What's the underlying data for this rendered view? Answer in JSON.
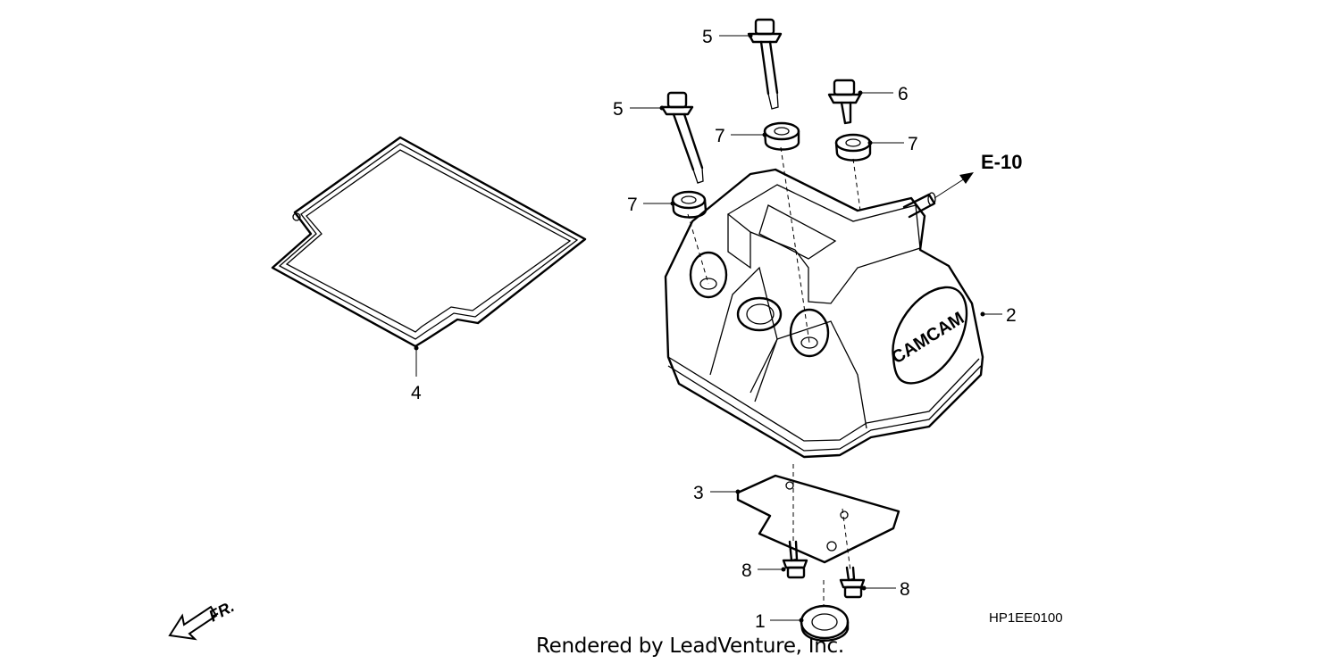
{
  "diagram": {
    "reference": "E-10",
    "front_label": "FR.",
    "diagram_code": "HP1EE0100",
    "credit": "Rendered by LeadVenture, Inc.",
    "callouts": [
      {
        "id": "c-1",
        "label": "1",
        "part": "seal-ring"
      },
      {
        "id": "c-2",
        "label": "2",
        "part": "cylinder-head-cover"
      },
      {
        "id": "c-3",
        "label": "3",
        "part": "bracket-plate"
      },
      {
        "id": "c-4",
        "label": "4",
        "part": "cover-gasket"
      },
      {
        "id": "c-5a",
        "label": "5",
        "part": "long-bolt-left"
      },
      {
        "id": "c-5b",
        "label": "5",
        "part": "long-bolt-center"
      },
      {
        "id": "c-6",
        "label": "6",
        "part": "short-bolt"
      },
      {
        "id": "c-7a",
        "label": "7",
        "part": "rubber-washer-left"
      },
      {
        "id": "c-7b",
        "label": "7",
        "part": "rubber-washer-center"
      },
      {
        "id": "c-7c",
        "label": "7",
        "part": "rubber-washer-right"
      },
      {
        "id": "c-8a",
        "label": "8",
        "part": "small-bolt-left"
      },
      {
        "id": "c-8b",
        "label": "8",
        "part": "small-bolt-right"
      }
    ],
    "logo_text": "CAMCAM"
  }
}
